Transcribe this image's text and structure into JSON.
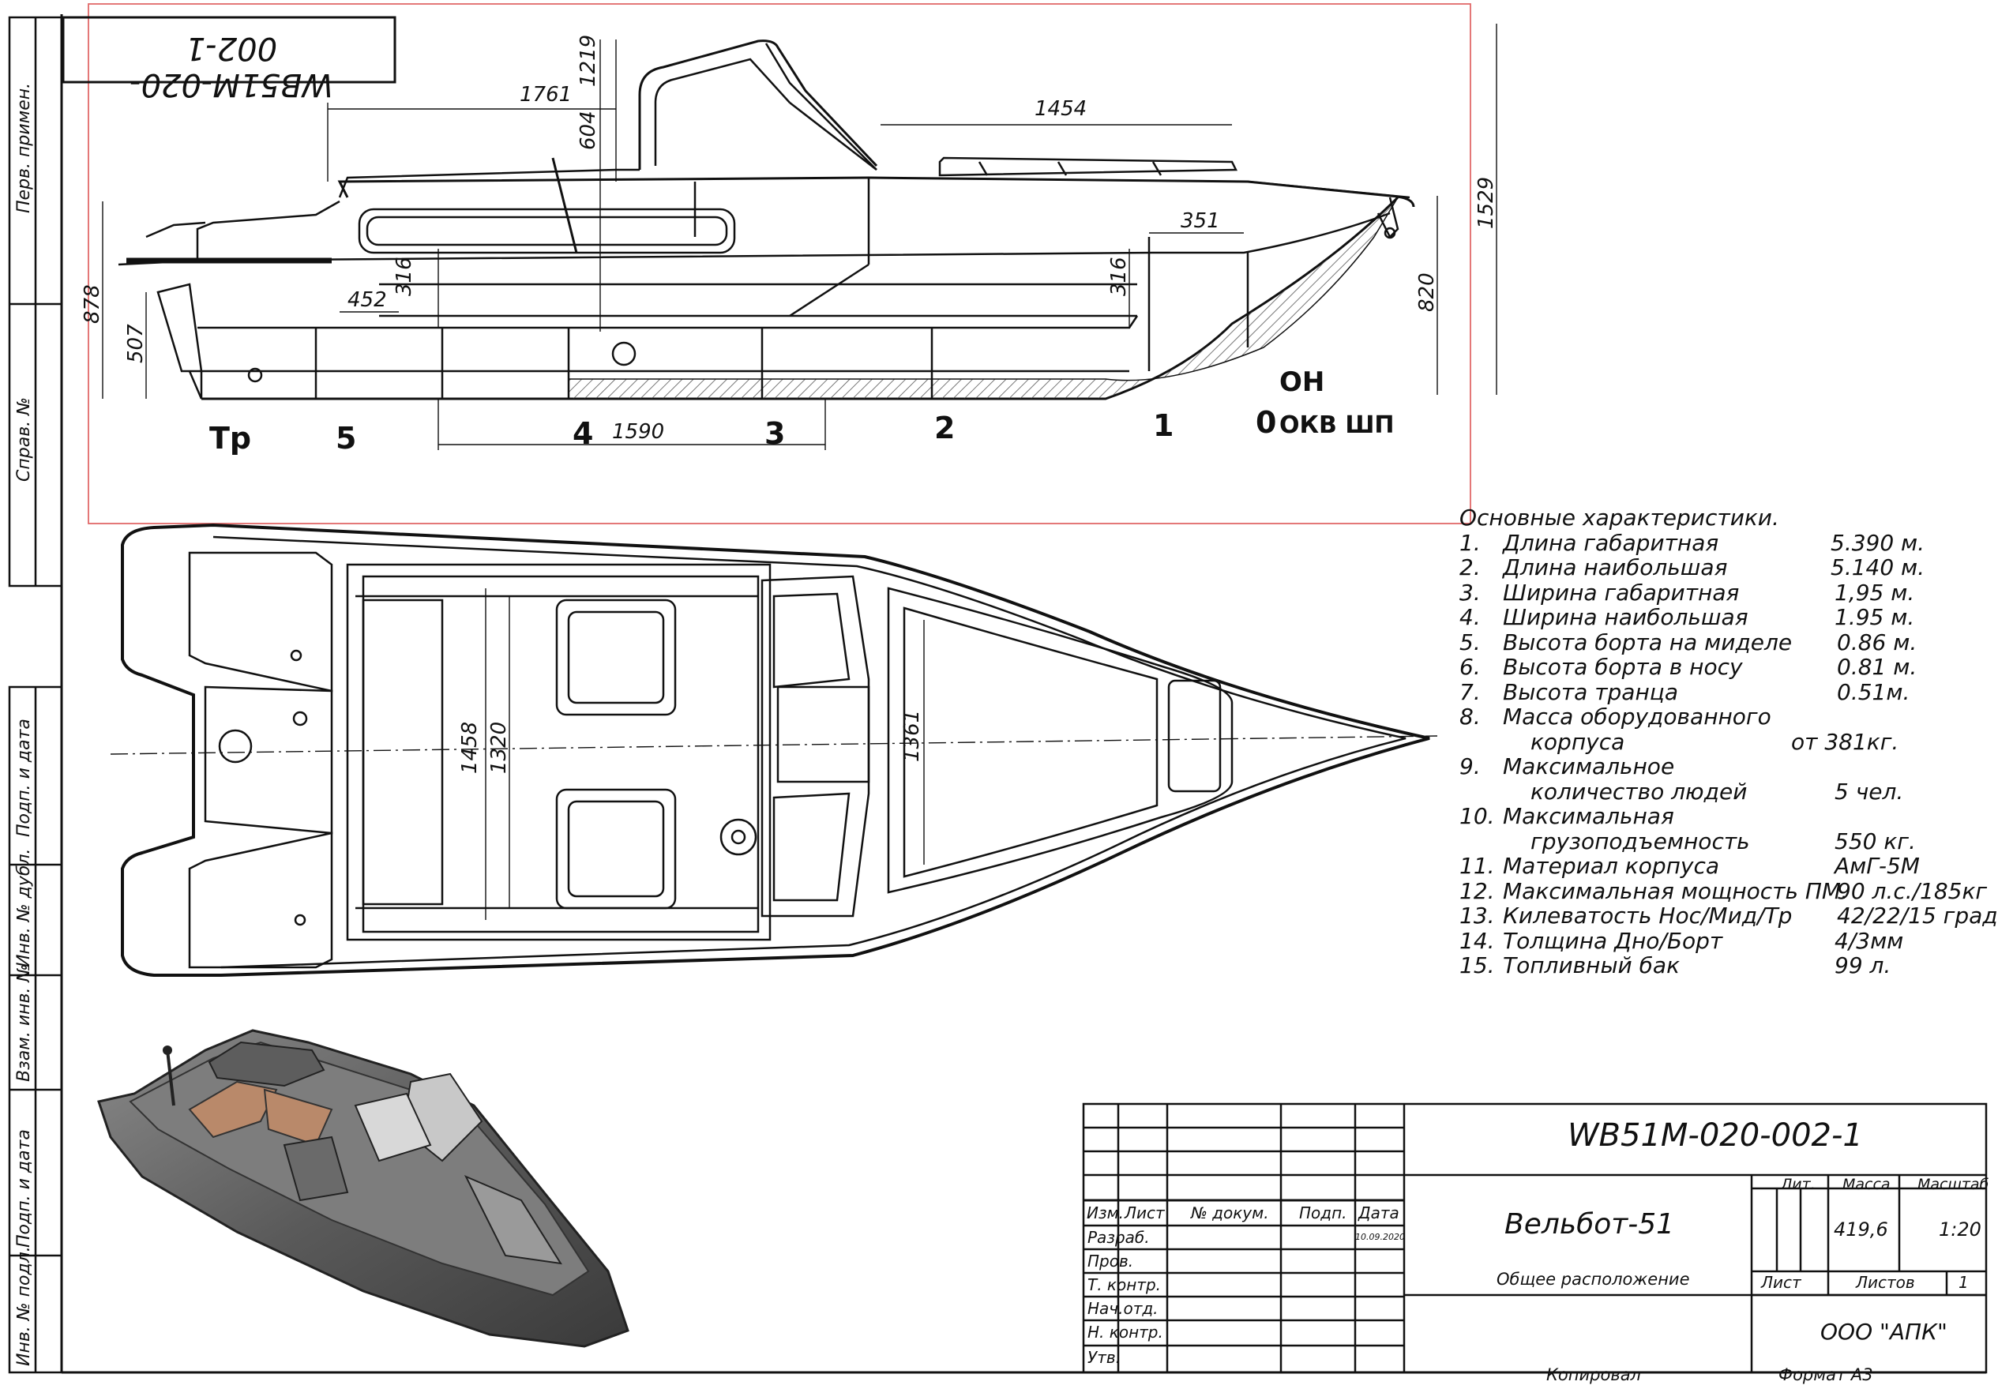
{
  "drawing": {
    "code_rotated": "WB51M-020-002-1",
    "side_strip": {
      "first_use": "Перв. примен.",
      "ref_no": "Справ. №",
      "sign_date_1": "Подп. и дата",
      "dup_no": "Инв. № дубл.",
      "replace_no": "Взам. инв. №",
      "sign_date_2": "Подп. и дата",
      "orig_no": "Инв. № подл."
    },
    "profile_dims": {
      "d1761": "1761",
      "d1219": "1219",
      "d604": "604",
      "d1454": "1454",
      "d351": "351",
      "d1529": "1529",
      "d820": "820",
      "d316a": "316",
      "d316b": "316",
      "d452": "452",
      "d878": "878",
      "d507": "507",
      "d1590": "1590"
    },
    "stations": {
      "tr": "Тр",
      "s5": "5",
      "s4": "4",
      "s3": "3",
      "s2": "2",
      "s1": "1",
      "s0": "0",
      "on": "ОН",
      "ov": "ОКВ ШП"
    },
    "plan_dims": {
      "d1458": "1458",
      "d1320": "1320",
      "d1361": "1361"
    }
  },
  "specs": {
    "heading": "Основные характеристики.",
    "rows": [
      {
        "n": "1.",
        "name": "Длина габаритная",
        "value": "5.390 м."
      },
      {
        "n": "2.",
        "name": "Длина наибольшая",
        "value": "5.140 м."
      },
      {
        "n": "3.",
        "name": "Ширина габаритная",
        "value": "1,95 м."
      },
      {
        "n": "4.",
        "name": "Ширина наибольшая",
        "value": "1.95 м."
      },
      {
        "n": "5.",
        "name": "Высота борта на миделе",
        "value": "0.86 м."
      },
      {
        "n": "6.",
        "name": "Высота борта в носу",
        "value": "0.81 м."
      },
      {
        "n": "7.",
        "name": "Высота транца",
        "value": "0.51м."
      },
      {
        "n": "8.",
        "name": "Масса оборудованного",
        "name2": "корпуса",
        "value": "от 381кг."
      },
      {
        "n": "9.",
        "name": "Максимальное",
        "name2": "количество людей",
        "value": "5 чел."
      },
      {
        "n": "10.",
        "name": "Максимальная",
        "name2": "грузоподъемность",
        "value": "550 кг."
      },
      {
        "n": "11.",
        "name": "Материал корпуса",
        "value": "АмГ-5М"
      },
      {
        "n": "12.",
        "name": "Максимальная мощность ПМ.",
        "value": "90 л.с./185кг"
      },
      {
        "n": "13.",
        "name": "Килеватость Нос/Мид/Тр",
        "value": "42/22/15 град"
      },
      {
        "n": "14.",
        "name": "Толщина Дно/Борт",
        "value": "4/3мм"
      },
      {
        "n": "15.",
        "name": "Топливный бак",
        "value": "99 л."
      }
    ]
  },
  "title_block": {
    "code": "WB51M-020-002-1",
    "name": "Вельбот-51",
    "subtitle": "Общее расположение",
    "headers": {
      "izm": "Изм.",
      "list": "Лист",
      "doc": "№ докум.",
      "sign": "Подп.",
      "date": "Дата"
    },
    "roles": [
      "Разраб.",
      "Пров.",
      "Т. контр.",
      "Нач.отд.",
      "Н. контр.",
      "Утв."
    ],
    "date_value": "10.09.2020",
    "lit_label": "Лит.",
    "mass_label": "Масса",
    "scale_label": "Масштаб",
    "mass_value": "419,6",
    "scale_value": "1:20",
    "sheet_label": "Лист",
    "sheets_label": "Листов",
    "sheets_value": "1",
    "company": "ООО \"АПК\"",
    "copied": "Копировал",
    "format": "Формат А3"
  },
  "colors": {
    "line": "#111111",
    "redframe": "#e26a6a",
    "hatch": "#555555",
    "deck": "#b9896a"
  }
}
